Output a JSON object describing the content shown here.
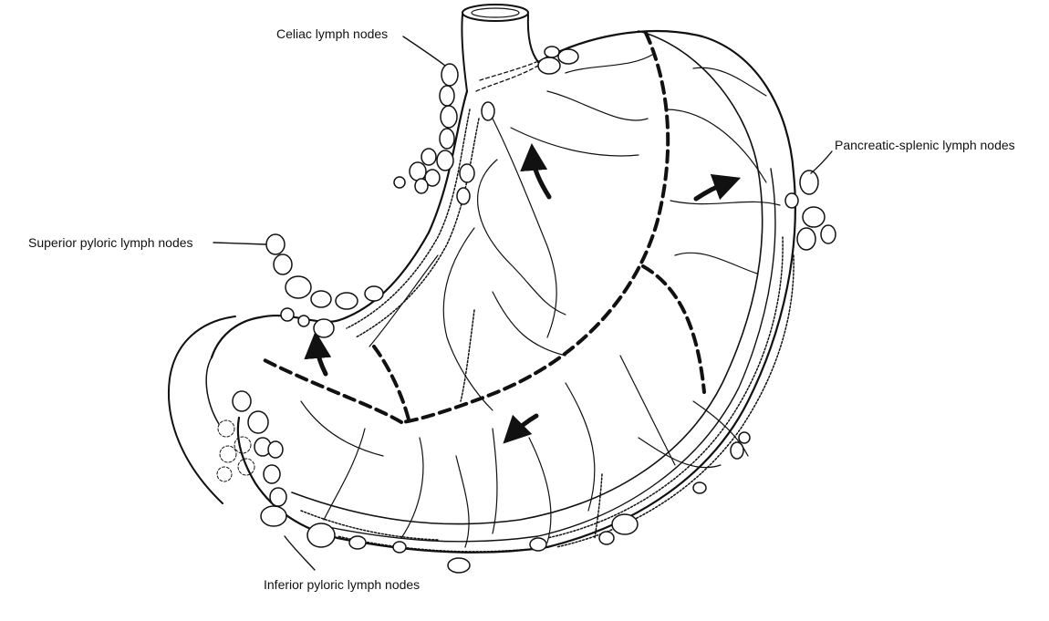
{
  "diagram": {
    "labels": {
      "celiac": "Celiac lymph nodes",
      "pancreatic_splenic": "Pancreatic-splenic lymph nodes",
      "superior_pyloric": "Superior pyloric lymph nodes",
      "inferior_pyloric": "Inferior pyloric lymph nodes"
    },
    "colors": {
      "ink": "#111111",
      "background": "#ffffff"
    }
  }
}
